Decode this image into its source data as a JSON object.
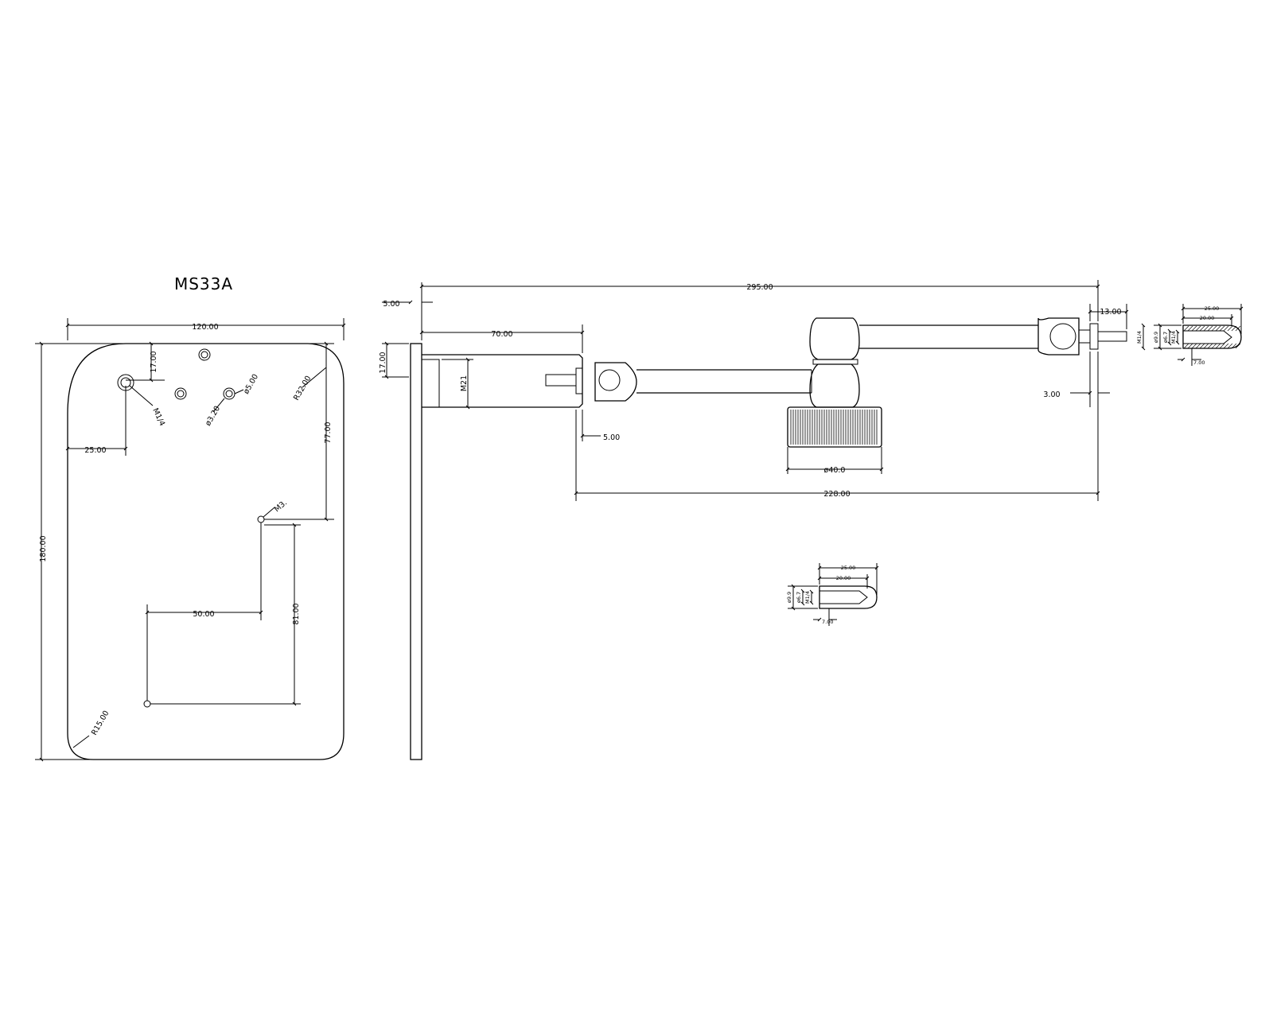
{
  "drawing": {
    "title": "MS33A",
    "plate": {
      "width": "120.00",
      "height": "180.00",
      "offset_top_hole": "17.00",
      "offset_left_hole": "25.00",
      "corner_radius_top": "R32.00",
      "corner_radius_bottom": "R15.00",
      "thread_large": "M1/4",
      "hole_small": "ø3.20",
      "hole_medium": "ø5.00",
      "vertical_span": "77.00",
      "thread_small": "M3.",
      "horizontal_span": "50.00",
      "vertical_span_lower": "81.00"
    },
    "side": {
      "plate_thickness": "5.00",
      "block_height": "17.00",
      "thread_block": "M21",
      "block_width": "70.00"
    },
    "arm": {
      "overall_length": "295.00",
      "inner_length": "228.00",
      "end_offset": "13.00",
      "pin_offset": "3.00",
      "stud_offset": "5.00",
      "knob_diameter": "ø40.0"
    },
    "detail": {
      "length_total": "25.00",
      "length_bore": "20.00",
      "length_short": "7.00",
      "dia_outer": "ø9.9",
      "dia_inner": "ø6.7",
      "thread": "M1/4"
    }
  }
}
